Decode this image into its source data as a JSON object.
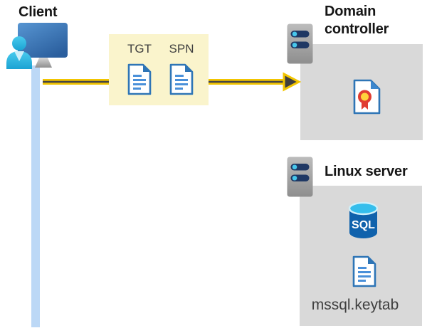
{
  "client": {
    "label": "Client"
  },
  "tickets": {
    "tgt_label": "TGT",
    "spn_label": "SPN"
  },
  "domain_controller": {
    "label": "Domain controller"
  },
  "linux_server": {
    "label": "Linux server",
    "sql_badge": "SQL",
    "keytab_file": "mssql.keytab"
  },
  "colors": {
    "ticket_box_bg": "#FAF4CC",
    "server_box_bg": "#D9D9D9",
    "arrow_yellow": "#F2C500",
    "arrow_core": "#454545",
    "document_blue": "#2E75B6",
    "document_line_blue": "#4A90D9",
    "sql_body_blue": "#1062AC",
    "sql_top_cyan": "#35BEEC",
    "person_cyan": "#35BCE5",
    "monitor_blue": "#3B76BB",
    "client_line_blue": "#BCD8F6",
    "server_pill_navy": "#1F3864",
    "server_dot_cyan": "#47C7EC",
    "certificate_red": "#E03C31",
    "certificate_yellow": "#FFD23B",
    "heading_text": "#161616",
    "label_text": "#3F3F3F"
  }
}
